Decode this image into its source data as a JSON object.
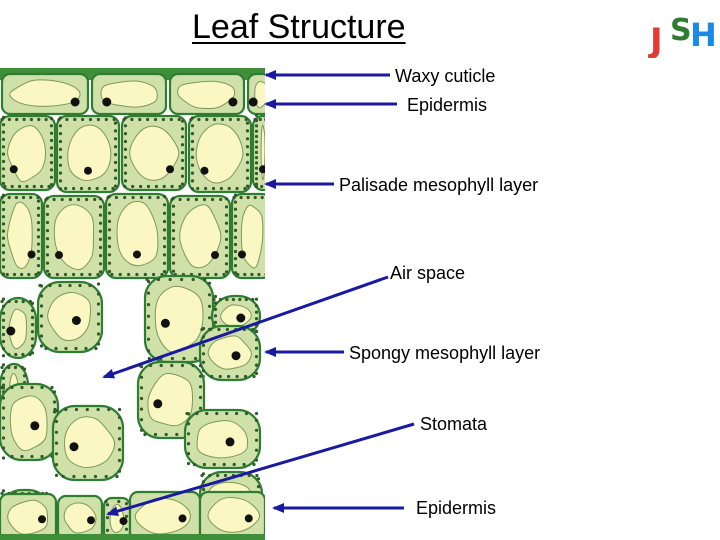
{
  "title": "Leaf Structure",
  "logo": {
    "text_1": "J",
    "text_2": "S",
    "text_3": "H",
    "color_1": "#e53935",
    "color_2": "#2e7d32",
    "color_3": "#1e88e5"
  },
  "labels": {
    "waxy_cuticle": "Waxy cuticle",
    "epidermis_top": "Epidermis",
    "palisade": "Palisade mesophyll layer",
    "air_space": "Air space",
    "spongy": "Spongy mesophyll layer",
    "stomata": "Stomata",
    "epidermis_bottom": "Epidermis"
  },
  "colors": {
    "arrow": "#1a1aa0",
    "cell_fill": "#fbf7c2",
    "cell_wall": "#2e7d32",
    "cuticle": "#3f8f3a",
    "chloroplast": "#2f5a2a",
    "nucleus": "#111111"
  }
}
